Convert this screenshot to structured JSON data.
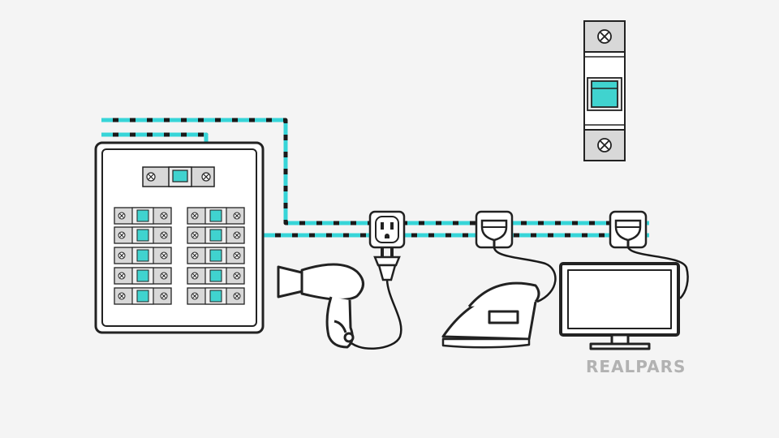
{
  "diagram": {
    "colors": {
      "wire_accent": "#37d5d8",
      "wire_dark": "#1a1a1a",
      "breaker_accent": "#40d3cf",
      "outline": "#222222",
      "panel_fill": "#ffffff",
      "breaker_body": "#d8d8d8",
      "logo": "#b2b2b2",
      "background": "#f4f4f4"
    },
    "elements": {
      "panel": "breaker-panel",
      "main_breaker": "main-breaker",
      "branch_breakers": "branch-breakers",
      "breaker_detail": "circuit-breaker-detail",
      "outlets": [
        "receptacle-outlet",
        "plugged-outlet",
        "plugged-outlet"
      ],
      "appliances": [
        "hair-dryer-icon",
        "iron-icon",
        "tv-monitor-icon"
      ]
    }
  },
  "brand": {
    "logo_text": "REALPARS"
  }
}
